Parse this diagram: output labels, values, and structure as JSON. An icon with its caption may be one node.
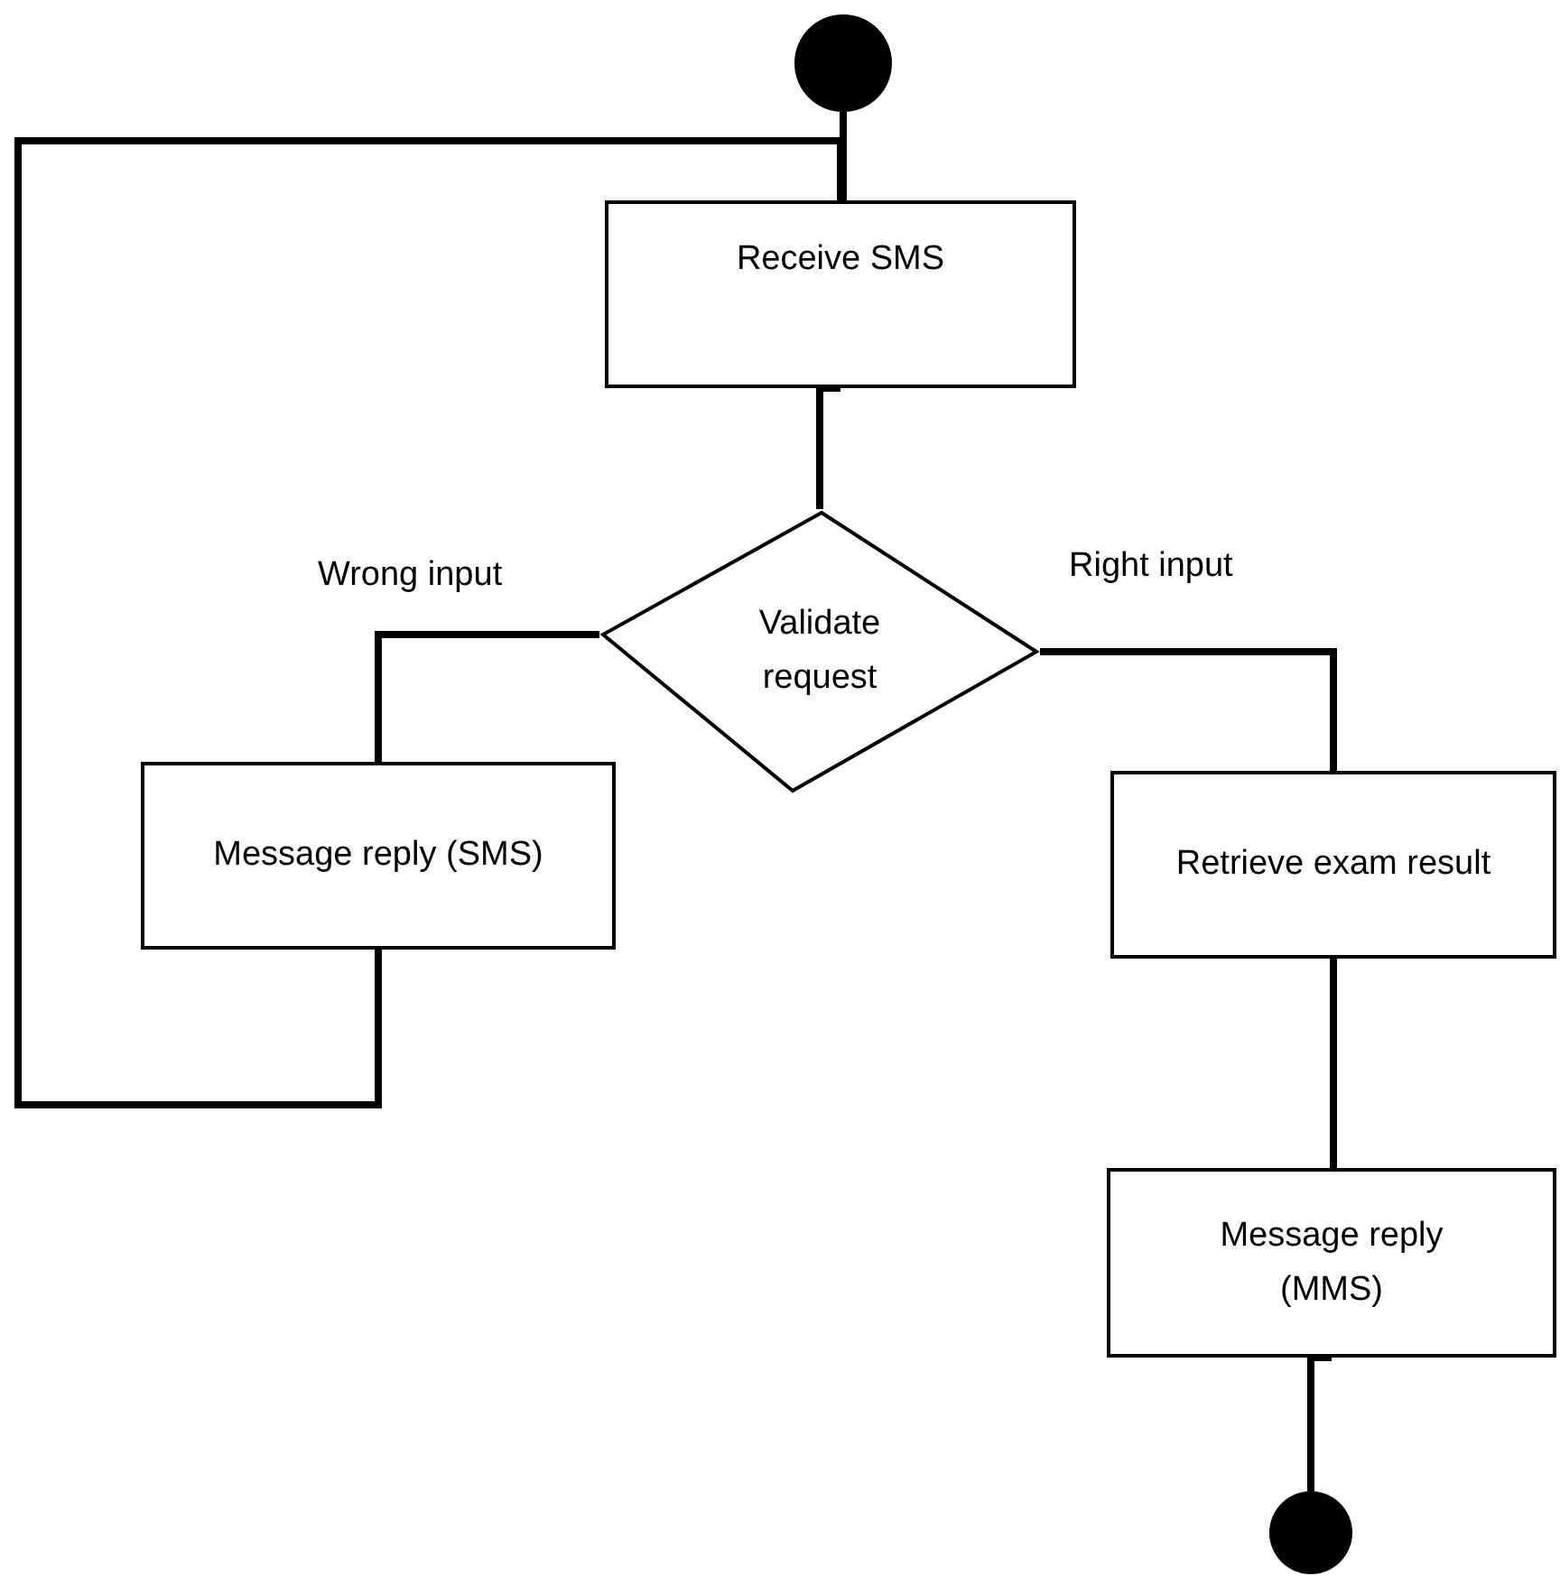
{
  "diagram": {
    "nodes": [
      {
        "text": [],
        "shape": "circle"
      },
      {
        "text": [
          "Receive SMS"
        ]
      },
      {
        "text": [
          "Validate request"
        ]
      },
      {
        "text": [
          "Message reply (SMS)"
        ]
      },
      {
        "text": [
          "Retrieve exam result"
        ]
      },
      {
        "text": [
          "Message reply (MMS)"
        ]
      },
      {
        "text": [],
        "shape": "circle"
      }
    ],
    "edges": [
      {
        "from": 0,
        "to": 1,
        "arrow": "none"
      },
      {
        "from": 1,
        "to": 2,
        "arrow": "none"
      },
      {
        "from": 2,
        "to": 3,
        "arrow": "none",
        "label": "Wrong input"
      },
      {
        "from": 2,
        "to": 4,
        "arrow": "none",
        "label": "Right input"
      },
      {
        "from": 4,
        "to": 5,
        "arrow": "none"
      },
      {
        "from": 5,
        "to": 6,
        "arrow": "none"
      },
      {
        "from": 3,
        "to": 1,
        "arrow": "none"
      }
    ]
  }
}
